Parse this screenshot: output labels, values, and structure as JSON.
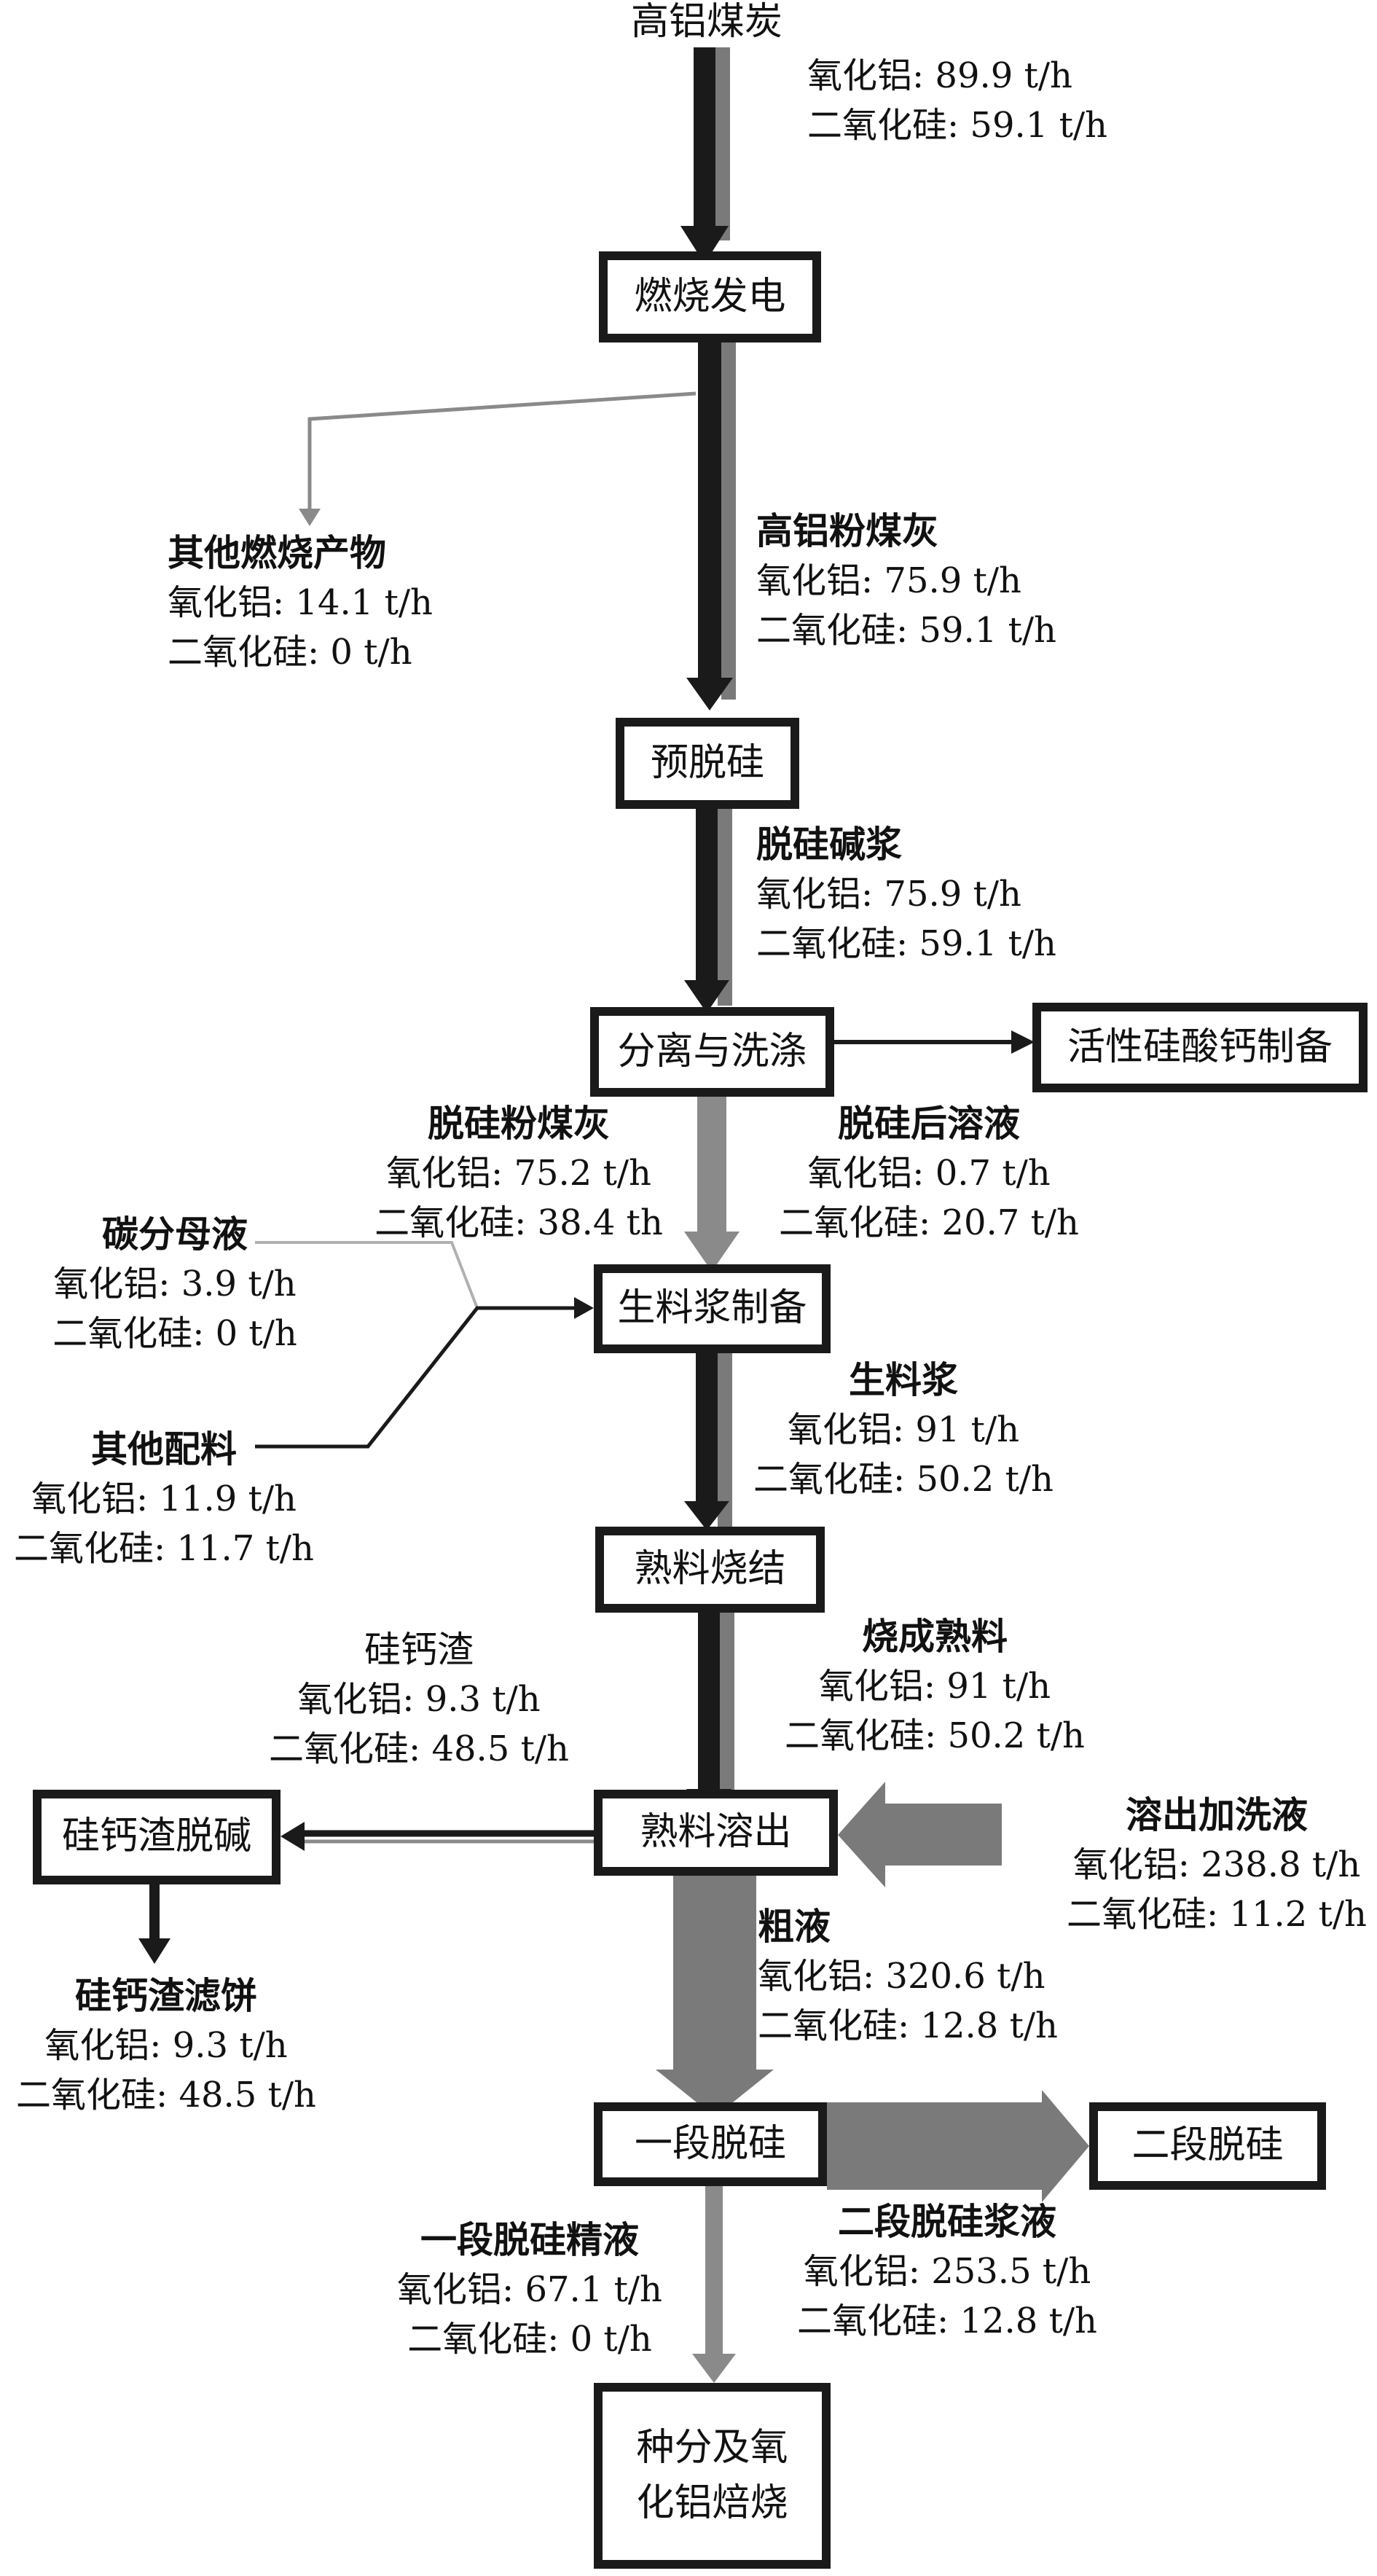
{
  "colors": {
    "dark_flow": "#1a1a1a",
    "gray_flow": "#7a7a7a",
    "light_flow": "#9a9a9a",
    "box_border": "#1a1a1a"
  },
  "source_label": "高铝煤炭",
  "source_flow": {
    "al": "氧化铝: 89.9 t/h",
    "si": "二氧化硅: 59.1 t/h"
  },
  "nodes": {
    "combustion": "燃烧发电",
    "pre_desilication": "预脱硅",
    "separation": "分离与洗涤",
    "calcium_silicate": "活性硅酸钙制备",
    "raw_slurry": "生料浆制备",
    "sintering": "熟料烧结",
    "dissolution": "熟料溶出",
    "slag_dealkali": "硅钙渣脱碱",
    "desil_1": "一段脱硅",
    "desil_2": "二段脱硅",
    "seed_roasting": "种分及氧\n化铝焙烧"
  },
  "flows": {
    "other_combustion": {
      "title": "其他燃烧产物",
      "al": "氧化铝: 14.1 t/h",
      "si": "二氧化硅: 0 t/h"
    },
    "fly_ash": {
      "title": "高铝粉煤灰",
      "al": "氧化铝: 75.9 t/h",
      "si": "二氧化硅: 59.1 t/h"
    },
    "desil_slurry": {
      "title": "脱硅碱浆",
      "al": "氧化铝: 75.9 t/h",
      "si": "二氧化硅: 59.1 t/h"
    },
    "desil_ash": {
      "title": "脱硅粉煤灰",
      "al": "氧化铝: 75.2 t/h",
      "si": "二氧化硅: 38.4 th"
    },
    "post_solution": {
      "title": "脱硅后溶液",
      "al": "氧化铝: 0.7 t/h",
      "si": "二氧化硅: 20.7 t/h"
    },
    "carbon_mother": {
      "title": "碳分母液",
      "al": "氧化铝: 3.9 t/h",
      "si": "二氧化硅: 0 t/h"
    },
    "other_batch": {
      "title": "其他配料",
      "al": "氧化铝: 11.9 t/h",
      "si": "二氧化硅: 11.7 t/h"
    },
    "raw_slurry_out": {
      "title": "生料浆",
      "al": "氧化铝: 91 t/h",
      "si": "二氧化硅: 50.2 t/h"
    },
    "clinker": {
      "title": "烧成熟料",
      "al": "氧化铝: 91 t/h",
      "si": "二氧化硅: 50.2 t/h"
    },
    "silicon_slag": {
      "title": "硅钙渣",
      "al": "氧化铝: 9.3 t/h",
      "si": "二氧化硅: 48.5 t/h"
    },
    "wash_liquor": {
      "title": "溶出加洗液",
      "al": "氧化铝: 238.8 t/h",
      "si": "二氧化硅: 11.2 t/h"
    },
    "crude_liquor": {
      "title": "粗液",
      "al": "氧化铝: 320.6 t/h",
      "si": "二氧化硅: 12.8 t/h"
    },
    "slag_cake": {
      "title": "硅钙渣滤饼",
      "al": "氧化铝: 9.3 t/h",
      "si": "二氧化硅: 48.5 t/h"
    },
    "refined_liquor": {
      "title": "一段脱硅精液",
      "al": "氧化铝: 67.1 t/h",
      "si": "二氧化硅: 0 t/h"
    },
    "stage2_slurry": {
      "title": "二段脱硅浆液",
      "al": "氧化铝: 253.5 t/h",
      "si": "二氧化硅: 12.8 t/h"
    }
  }
}
